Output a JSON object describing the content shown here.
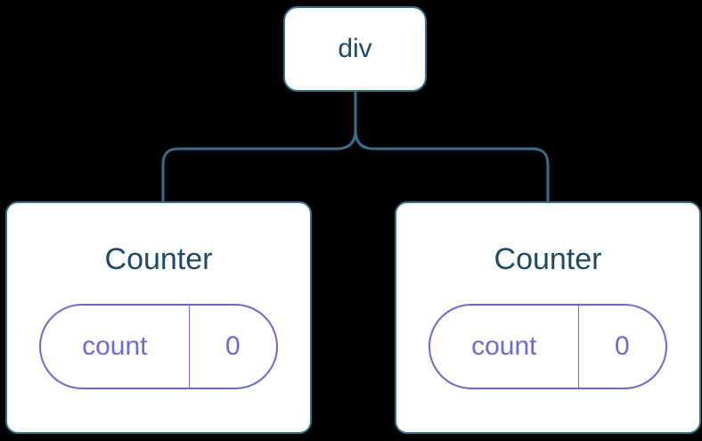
{
  "diagram": {
    "root": {
      "label": "div"
    },
    "children": [
      {
        "title": "Counter",
        "state": {
          "key": "count",
          "value": "0"
        }
      },
      {
        "title": "Counter",
        "state": {
          "key": "count",
          "value": "0"
        }
      }
    ]
  },
  "colors": {
    "background": "#000000",
    "card_bg": "#ffffff",
    "card_border": "#35708e",
    "connector": "#35708e",
    "label_text": "#1f4a63",
    "pill_border": "#6c6ad1",
    "pill_text": "#6c6ad1"
  }
}
